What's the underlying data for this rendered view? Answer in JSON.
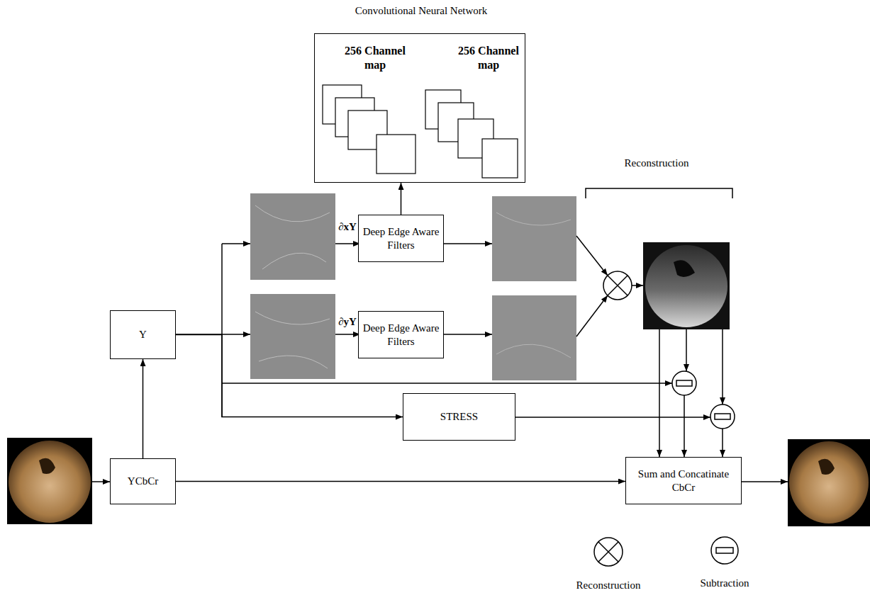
{
  "diagram": {
    "nodes": [
      {
        "text": [
          "Convolutional Neural Network",
          "256 Channel map",
          "256 Channel map"
        ]
      },
      {
        "text": [
          "Y"
        ]
      },
      {
        "text": [
          "Deep Edge Aware Filters"
        ]
      },
      {
        "text": [
          "Deep Edge Aware Filters"
        ]
      },
      {
        "text": [
          "STRESS"
        ]
      },
      {
        "text": [
          "YCbCr"
        ]
      },
      {
        "text": [
          "Sum and Concatinate CbCr"
        ]
      }
    ],
    "edges": [
      {
        "from": 5,
        "to": 1,
        "arrow": "to"
      },
      {
        "from": 5,
        "to": 6,
        "arrow": "to"
      },
      {
        "from": 2,
        "to": 0,
        "arrow": "to"
      },
      {
        "from": 1,
        "to": 4,
        "arrow": "to"
      }
    ],
    "labels": [
      "∂xY",
      "∂yY",
      "Reconstruction"
    ],
    "legend": [
      {
        "text": "Reconstruction"
      },
      {
        "text": "Subtraction"
      }
    ]
  }
}
